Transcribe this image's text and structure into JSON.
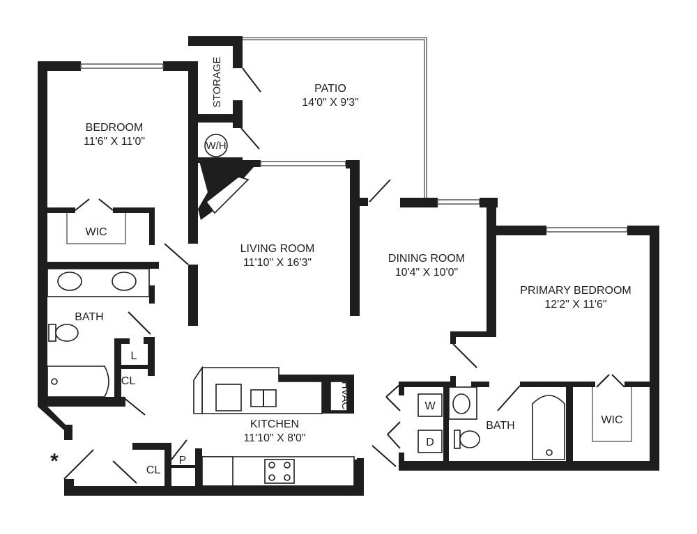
{
  "rooms": {
    "bedroom": {
      "name": "BEDROOM",
      "size": "11'6\" X 11'0\""
    },
    "patio": {
      "name": "PATIO",
      "size": "14'0\" X 9'3\""
    },
    "storage": {
      "name": "STORAGE"
    },
    "water_heater": {
      "name": "W/H"
    },
    "living_room": {
      "name": "LIVING ROOM",
      "size": "11'10\" X 16'3\""
    },
    "dining_room": {
      "name": "DINING ROOM",
      "size": "10'4\" X 10'0\""
    },
    "primary_bedroom": {
      "name": "PRIMARY BEDROOM",
      "size": "12'2\" X 11'6\""
    },
    "kitchen": {
      "name": "KITCHEN",
      "size": "11'10\" X 8'0\""
    },
    "wic_left": {
      "name": "WIC"
    },
    "wic_right": {
      "name": "WIC"
    },
    "bath_left": {
      "name": "BATH"
    },
    "bath_right": {
      "name": "BATH"
    },
    "linen": {
      "name": "L"
    },
    "closet_bath": {
      "name": "CL"
    },
    "closet_entry": {
      "name": "CL"
    },
    "pantry": {
      "name": "P"
    },
    "hvac": {
      "name": "HVAC"
    },
    "washer": {
      "name": "W"
    },
    "dryer": {
      "name": "D"
    }
  },
  "entry_marker": "*"
}
